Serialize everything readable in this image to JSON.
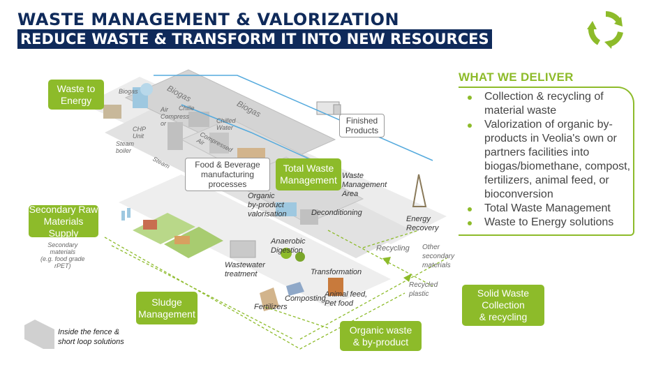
{
  "header": {
    "title_line1": "WASTE MANAGEMENT & VALORIZATION",
    "title_line2": "REDUCE WASTE & TRANSFORM IT INTO NEW RESOURCES"
  },
  "colors": {
    "green": "#8dbb2a",
    "navy": "#0f2a5a",
    "blue_line": "#55aadd"
  },
  "logo": {
    "icon": "recycle-arrows-icon"
  },
  "boxes": {
    "waste_to_energy": "Waste to\nEnergy",
    "secondary_raw": "Secondary Raw\nMaterials Supply",
    "sludge": "Sludge\nManagement",
    "total_waste": "Total Waste\nManagement",
    "organic_waste": "Organic waste\n& by-product",
    "solid_waste": "Solid Waste\nCollection\n& recycling"
  },
  "callouts": {
    "finished_products": "Finished\nProducts",
    "food_beverage": "Food & Beverage\nmanufacturing\nprocesses"
  },
  "scene_labels": {
    "biogas_top": "Biogas",
    "biogas_left": "Biogas",
    "biogas_right": "Biogas",
    "air_compressor": "Air\nCompress\nor",
    "chiller": "Chille",
    "chilled_water": "Chilled\nWater",
    "chp_unit": "CHP\nUnit",
    "steam_boiler": "Steam\nboiler",
    "compressed_air": "Compressed\nAir",
    "steam": "Steam",
    "organic_valorisation": "Organic\nby-product\nvalorisation",
    "waste_management_area": "Waste\nManagement\nArea",
    "deconditioning": "Deconditioning",
    "energy_recovery": "Energy\nRecovery",
    "anaerobic_digestion": "Anaerobic\nDigestion",
    "recycling": "Recycling",
    "other_secondary": "Other\nsecondary\nmaterials",
    "wastewater_treatment": "Wastewater\ntreatment",
    "transformation": "Transformation",
    "recycled_plastic": "Recycled\nplastic",
    "composting": "Composting",
    "animal_feed": "Animal feed,\nPet food",
    "fertilizers": "Fertilizers",
    "secondary_materials_note": "Secondary\nmaterials\n(e.g. food grade\nrPET)"
  },
  "deliver": {
    "title": "WHAT WE DELIVER",
    "items": [
      "Collection & recycling of material waste",
      "Valorization of organic by-products in Veolia's own or partners facilities into biogas/biomethane, compost, fertilizers, animal feed, or bioconversion",
      "Total Waste Management",
      "Waste to Energy solutions"
    ]
  },
  "legend": {
    "text": "Inside the fence &\nshort loop solutions",
    "icon": "factory-footprint-icon"
  }
}
